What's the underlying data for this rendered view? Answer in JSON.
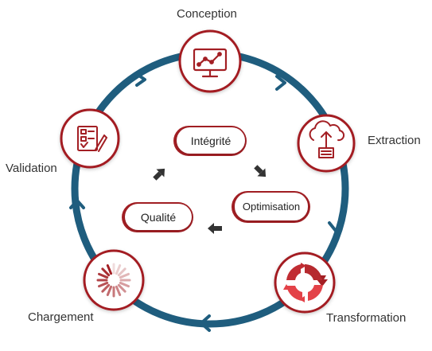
{
  "colors": {
    "ring": "#1f5d7e",
    "accent": "#a31f24",
    "accent_light": "#e34248",
    "arrow_small": "#333333",
    "text": "#333333"
  },
  "stages": [
    {
      "label": "Conception",
      "icon": "monitor-chart-icon"
    },
    {
      "label": "Extraction",
      "icon": "cloud-upload-document-icon"
    },
    {
      "label": "Transformation",
      "icon": "cycle-arrows-icon"
    },
    {
      "label": "Chargement",
      "icon": "loading-spinner-icon"
    },
    {
      "label": "Validation",
      "icon": "checklist-document-icon"
    }
  ],
  "inner_cycle": [
    {
      "label": "Intégrité"
    },
    {
      "label": "Optimisation"
    },
    {
      "label": "Qualité"
    }
  ]
}
